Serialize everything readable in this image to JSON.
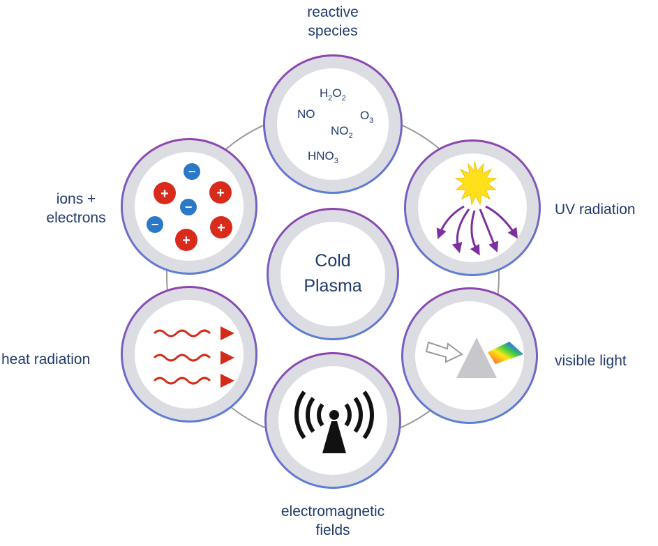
{
  "center": {
    "line1": "Cold",
    "line2": "Plasma"
  },
  "nodes": {
    "reactive_species": {
      "label_line1": "reactive",
      "label_line2": "species",
      "molecules": [
        {
          "base": "H",
          "sub1": "2",
          "mid": "O",
          "sub2": "2"
        },
        {
          "base": "NO"
        },
        {
          "base": "O",
          "sub1": "3"
        },
        {
          "base": "NO",
          "sub1": "2"
        },
        {
          "base": "HNO",
          "sub1": "3"
        }
      ]
    },
    "uv_radiation": {
      "label": "UV radiation"
    },
    "visible_light": {
      "label": "visible light"
    },
    "electromagnetic_fields": {
      "label_line1": "electromagnetic",
      "label_line2": "fields"
    },
    "heat_radiation": {
      "label": "heat radiation"
    },
    "ions_electrons": {
      "label_line1": "ions +",
      "label_line2": "electrons",
      "positive_symbol": "+",
      "negative_symbol": "−"
    }
  },
  "colors": {
    "ring_outer": "#8e44ad",
    "ring_inner": "#5b7fd6",
    "ring_fill": "#dcdde2",
    "disc_fill": "#ffffff",
    "connector": "#9a9a9a",
    "text": "#1f3a6e",
    "ion_positive": "#d92b1c",
    "ion_negative": "#2a78c8",
    "heat_wave": "#d42a18",
    "uv_arrow": "#7b2fa0",
    "sun": "#ffe01a",
    "prism": "#c8c8cc",
    "antenna": "#111111"
  }
}
